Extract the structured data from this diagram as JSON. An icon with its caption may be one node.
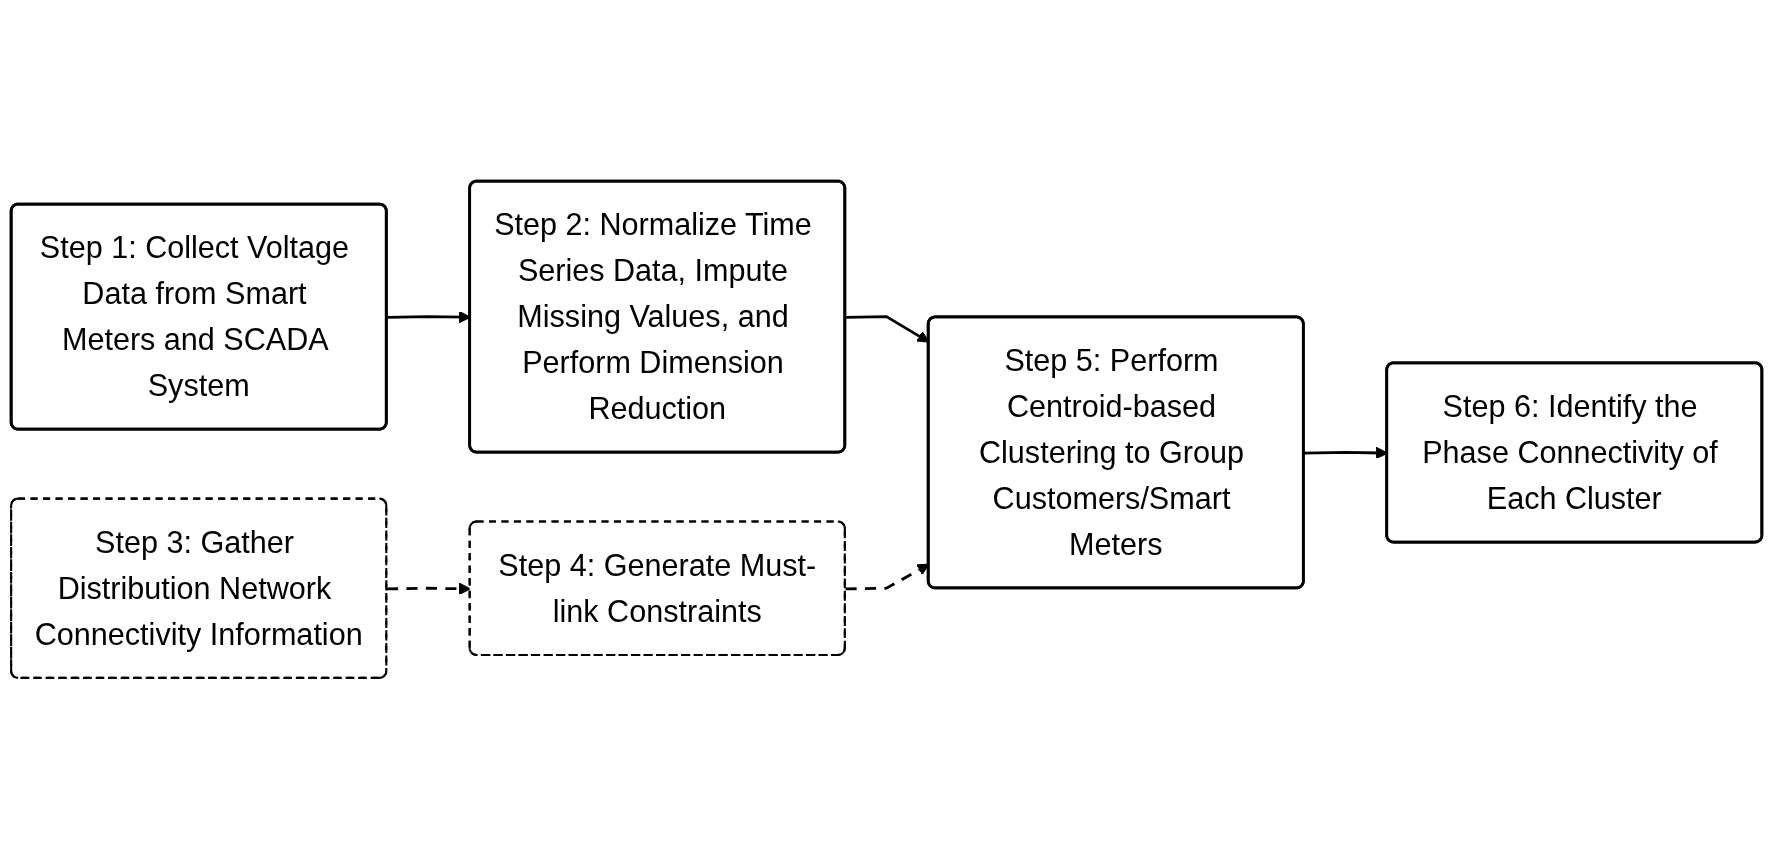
{
  "diagram": {
    "nodes": [
      {
        "text": [
          "Step 1: Collect Voltage Data from Smart Meters and SCADA System"
        ]
      },
      {
        "text": [
          "Step 2: Normalize Time Series Data, Impute Missing Values, and Perform Dimension Reduction"
        ]
      },
      {
        "text": [
          "Step 3: Gather Distribution Network Connectivity Information"
        ]
      },
      {
        "text": [
          "Step 4: Generate Must-link Constraints"
        ]
      },
      {
        "text": [
          "Step 5: Perform Centroid-based Clustering to Group Customers/Smart Meters"
        ]
      },
      {
        "text": [
          "Step 6: Identify the Phase Connectivity of Each Cluster"
        ]
      }
    ],
    "edges": [
      {
        "from": 0,
        "to": 1,
        "arrow": "to"
      },
      {
        "from": 1,
        "to": 4,
        "arrow": "to"
      },
      {
        "from": 2,
        "to": 3,
        "arrow": "to",
        "style": "dashed"
      },
      {
        "from": 3,
        "to": 4,
        "arrow": "to",
        "style": "dashed"
      },
      {
        "from": 4,
        "to": 5,
        "arrow": "to"
      }
    ]
  }
}
